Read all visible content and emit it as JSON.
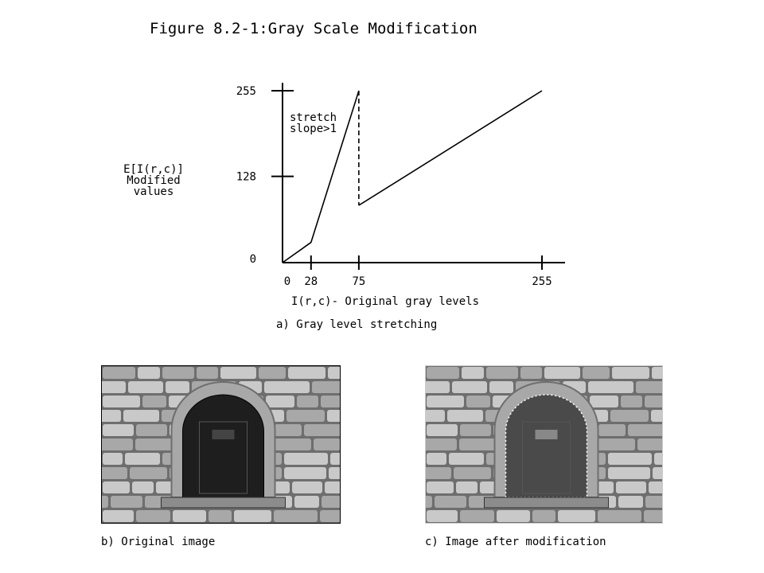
{
  "figure_title": "Figure 8.2-1:Gray Scale Modification",
  "chart_data": {
    "type": "line",
    "title": "",
    "xlabel": "I(r,c)- Original gray levels",
    "ylabel_lines": [
      "E[I(r,c)]",
      "Modified",
      "values"
    ],
    "x_ticks": [
      "0",
      "28",
      "75",
      "255"
    ],
    "y_ticks": [
      "0",
      "128",
      "255"
    ],
    "xlim": [
      0,
      255
    ],
    "ylim": [
      0,
      255
    ],
    "series": [
      {
        "x": [
          0,
          28,
          75
        ],
        "y": [
          0,
          30,
          255
        ]
      },
      {
        "x": [
          75,
          255
        ],
        "y": [
          85,
          255
        ]
      }
    ],
    "discontinuity": {
      "x": 75,
      "y_from": 255,
      "y_to": 85,
      "style": "dashed"
    },
    "annotation": [
      "stretch",
      "slope>1"
    ],
    "caption": "a) Gray level stretching"
  },
  "images": {
    "original_caption": "b) Original image",
    "modified_caption": "c) Image after modification"
  },
  "colors": {
    "stone_light": "#c9c9c9",
    "stone_mid": "#a8a8a8",
    "mortar": "#6e6e6e",
    "window_dark_original": "#1e1e1e",
    "window_dark_modified": "#4a4a4a",
    "sill": "#8c8c8c"
  }
}
